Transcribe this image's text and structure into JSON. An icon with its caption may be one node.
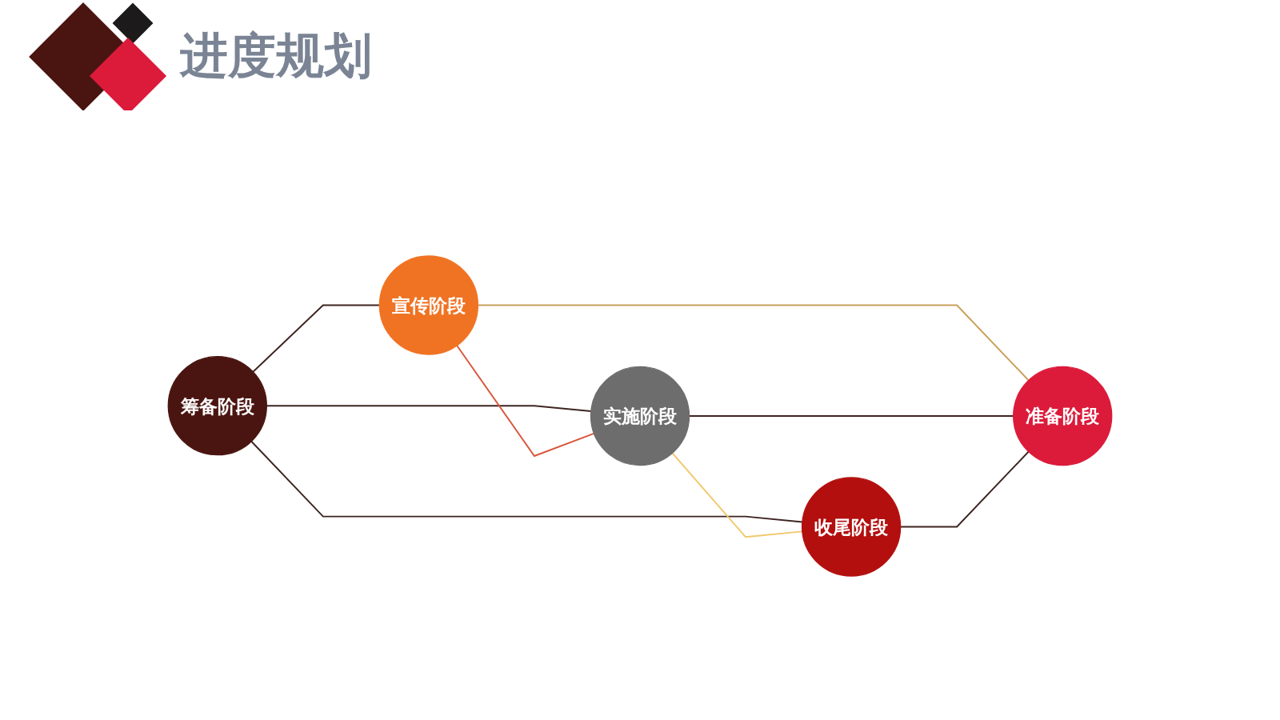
{
  "diagram": {
    "title": "进度规划",
    "nodes": [
      {
        "text": [
          "宣传阶段"
        ]
      },
      {
        "text": [
          "筹备阶段"
        ]
      },
      {
        "text": [
          "实施阶段"
        ]
      },
      {
        "text": [
          "准备阶段"
        ]
      },
      {
        "text": [
          "收尾阶段"
        ]
      }
    ],
    "edges": [
      {
        "from": 1,
        "to": 0,
        "arrow": "none"
      },
      {
        "from": 1,
        "to": 2,
        "arrow": "none"
      },
      {
        "from": 1,
        "to": 4,
        "arrow": "none"
      },
      {
        "from": 0,
        "to": 2,
        "arrow": "none",
        "color": "#d9553a"
      },
      {
        "from": 0,
        "to": 3,
        "arrow": "none",
        "color": "#c9a05a"
      },
      {
        "from": 2,
        "to": 3,
        "arrow": "none"
      },
      {
        "from": 2,
        "to": 4,
        "arrow": "none",
        "color": "#f0c86a"
      },
      {
        "from": 4,
        "to": 3,
        "arrow": "none"
      }
    ]
  }
}
